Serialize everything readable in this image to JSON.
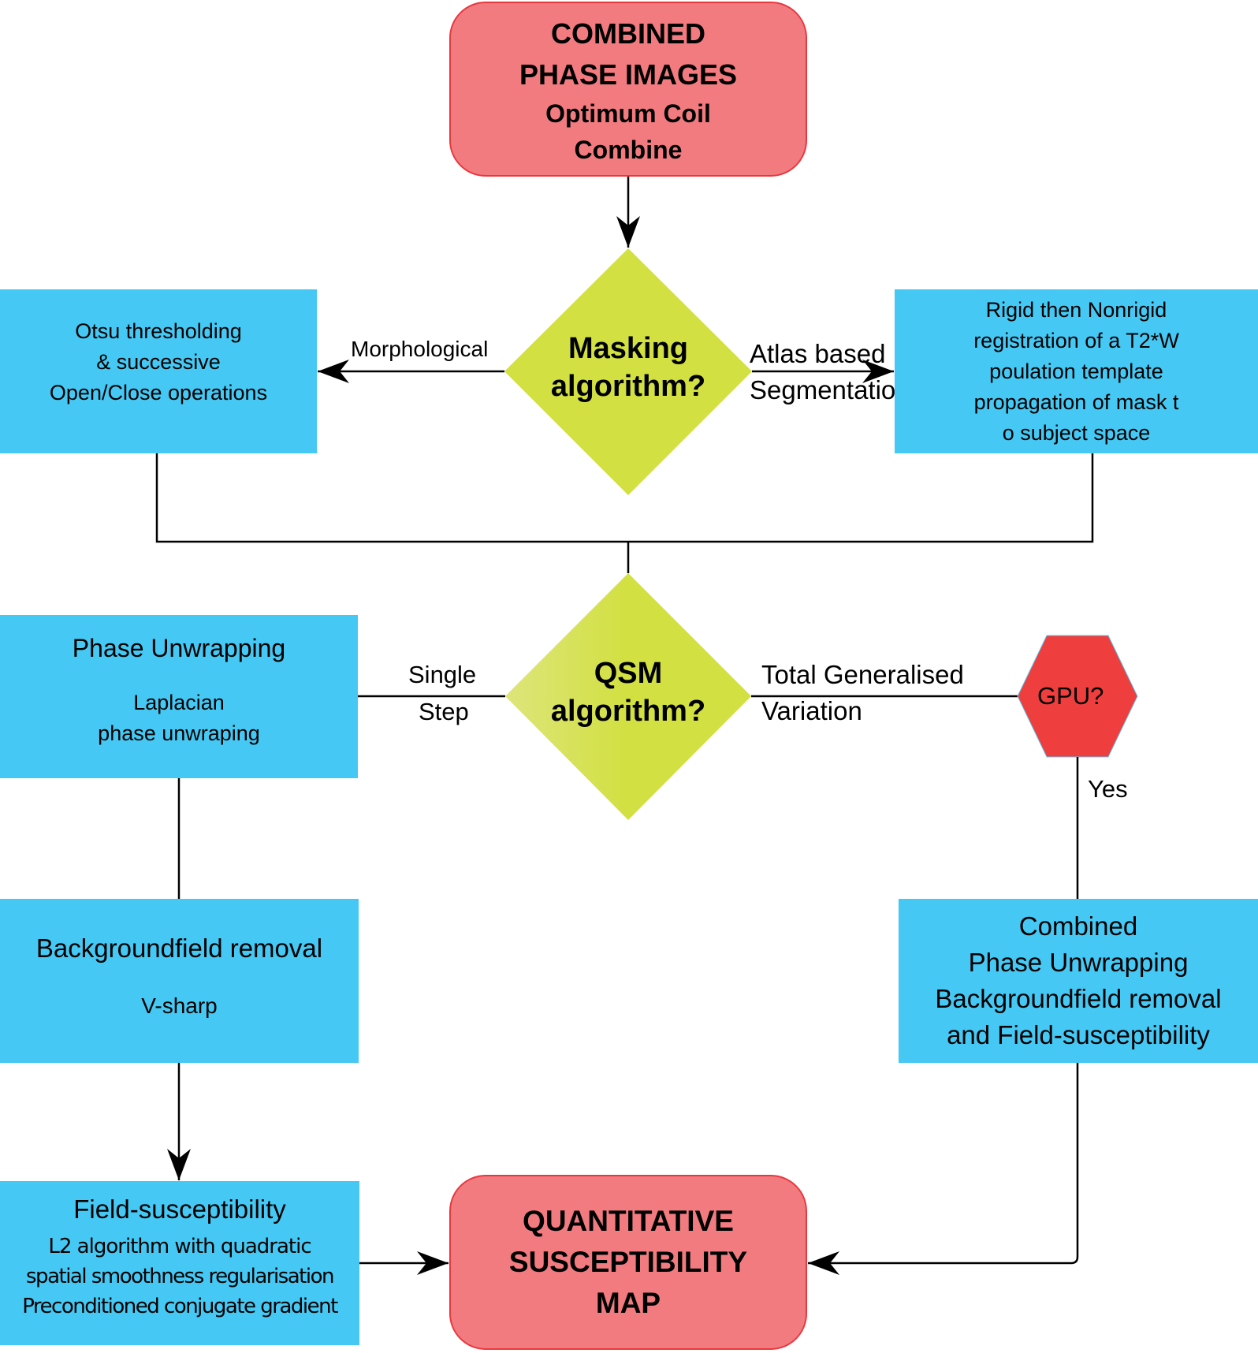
{
  "colors": {
    "process_box": "#45C8F3",
    "terminal_box": "#F27B80",
    "terminal_border": "#E8383E",
    "decision": "#D2E041",
    "decision_light": "#DDE57A",
    "gpu_hexagon": "#EE3E3E",
    "connector": "#000000"
  },
  "start": {
    "lines": [
      "COMBINED",
      "PHASE IMAGES",
      "Optimum Coil",
      "Combine"
    ]
  },
  "masking_decision": {
    "lines": [
      "Masking",
      "algorithm?"
    ],
    "left_label": "Morphological",
    "right_label": [
      "Atlas based",
      "Segmentation"
    ]
  },
  "morphological_box": {
    "lines": [
      "Otsu thresholding",
      "& successive",
      "Open/Close operations"
    ]
  },
  "atlas_box": {
    "lines": [
      "Rigid then Nonrigid",
      "registration of a T2*W",
      "poulation template",
      "propagation of mask t",
      "o subject space"
    ]
  },
  "qsm_decision": {
    "lines": [
      "QSM",
      "algorithm?"
    ],
    "left_label": [
      "Single",
      "Step"
    ],
    "right_label": [
      "Total Generalised",
      "Variation"
    ]
  },
  "gpu_decision": {
    "label": "GPU?",
    "yes_label": "Yes"
  },
  "phase_unwrapping_box": {
    "title": "Phase Unwrapping",
    "lines": [
      "Laplacian",
      "phase unwraping"
    ]
  },
  "background_box": {
    "title": "Backgroundfield removal",
    "lines": [
      "V-sharp"
    ]
  },
  "field_box": {
    "title": "Field-susceptibility",
    "lines": [
      "L2 algorithm with quadratic",
      "spatial smoothness regularisation",
      "Preconditioned conjugate gradient"
    ]
  },
  "combined_box": {
    "lines": [
      "Combined",
      "Phase Unwrapping",
      "Backgroundfield removal",
      "and Field-susceptibility"
    ]
  },
  "end": {
    "lines": [
      "QUANTITATIVE",
      "SUSCEPTIBILITY",
      "MAP"
    ]
  }
}
